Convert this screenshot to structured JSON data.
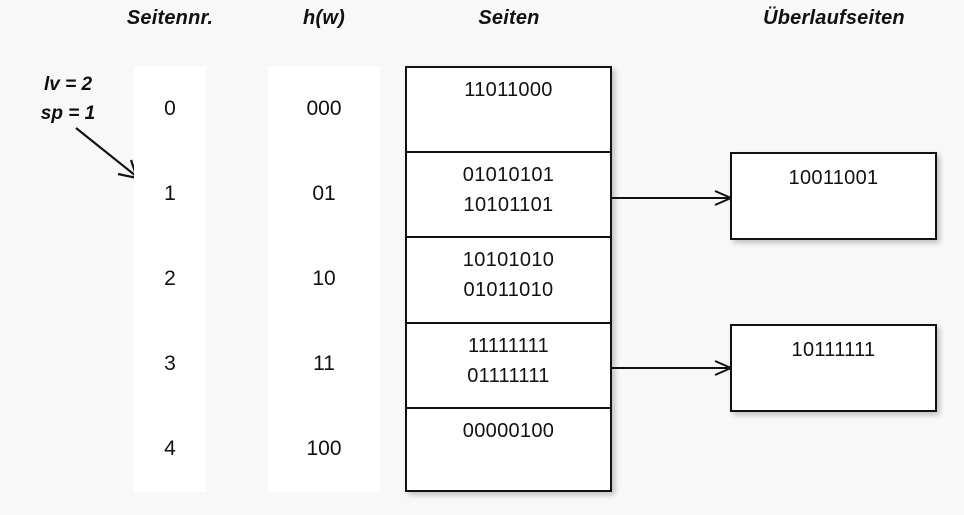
{
  "headers": {
    "page_number": "Seitennr.",
    "hash": "h(w)",
    "pages": "Seiten",
    "overflow_pages": "Überlaufseiten"
  },
  "parameters": {
    "lv": "lv = 2",
    "sp": "sp = 1"
  },
  "rows": [
    {
      "page_number": "0",
      "hash": "000"
    },
    {
      "page_number": "1",
      "hash": "01"
    },
    {
      "page_number": "2",
      "hash": "10"
    },
    {
      "page_number": "3",
      "hash": "11"
    },
    {
      "page_number": "4",
      "hash": "100"
    }
  ],
  "pages": [
    {
      "entries": [
        "11011000"
      ]
    },
    {
      "entries": [
        "01010101",
        "10101101"
      ]
    },
    {
      "entries": [
        "10101010",
        "01011010"
      ]
    },
    {
      "entries": [
        "11111111",
        "01111111"
      ]
    },
    {
      "entries": [
        "00000100"
      ]
    }
  ],
  "overflow_pages": [
    {
      "entries": [
        "10011001"
      ]
    },
    {
      "entries": [
        "10111111"
      ]
    }
  ],
  "colors": {
    "background": "#f8f8f8",
    "surface": "#ffffff",
    "stroke": "#111111",
    "text": "#0d0d0d"
  }
}
